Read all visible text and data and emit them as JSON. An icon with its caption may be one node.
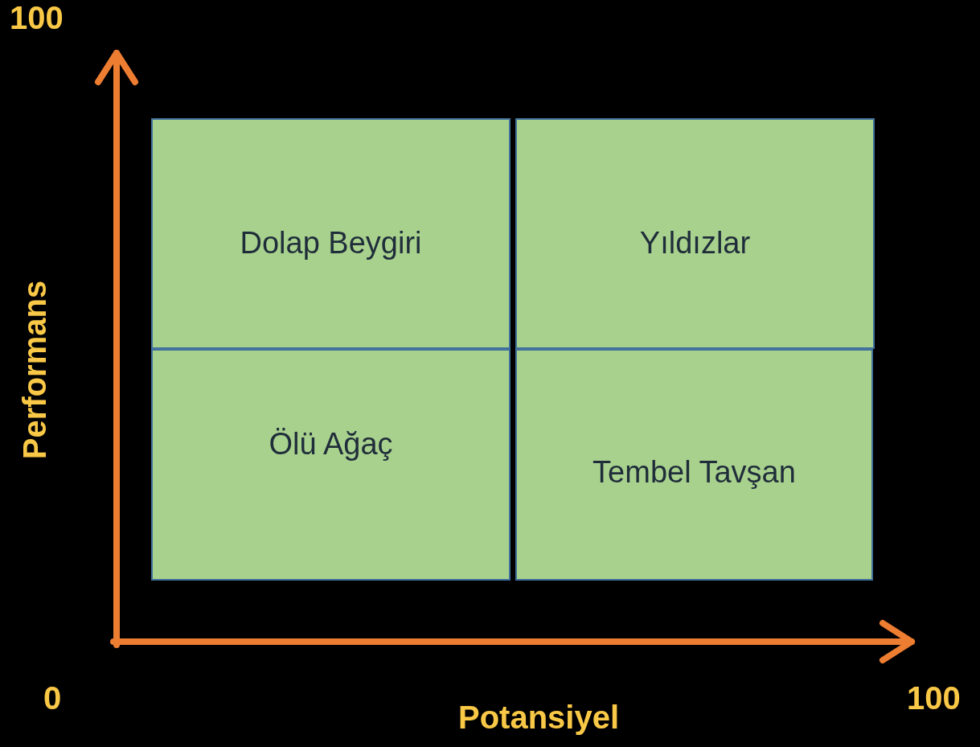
{
  "diagram": {
    "nodes": [
      {
        "text": [
          "Dolap Beygiri"
        ]
      },
      {
        "text": [
          "Yıldızlar"
        ]
      },
      {
        "text": [
          "Ölü Ağaç"
        ]
      },
      {
        "text": [
          "Tembel Tavşan"
        ]
      }
    ],
    "edges": [],
    "labels": [
      "100",
      "Performans",
      "0",
      "Potansiyel",
      "100"
    ]
  }
}
